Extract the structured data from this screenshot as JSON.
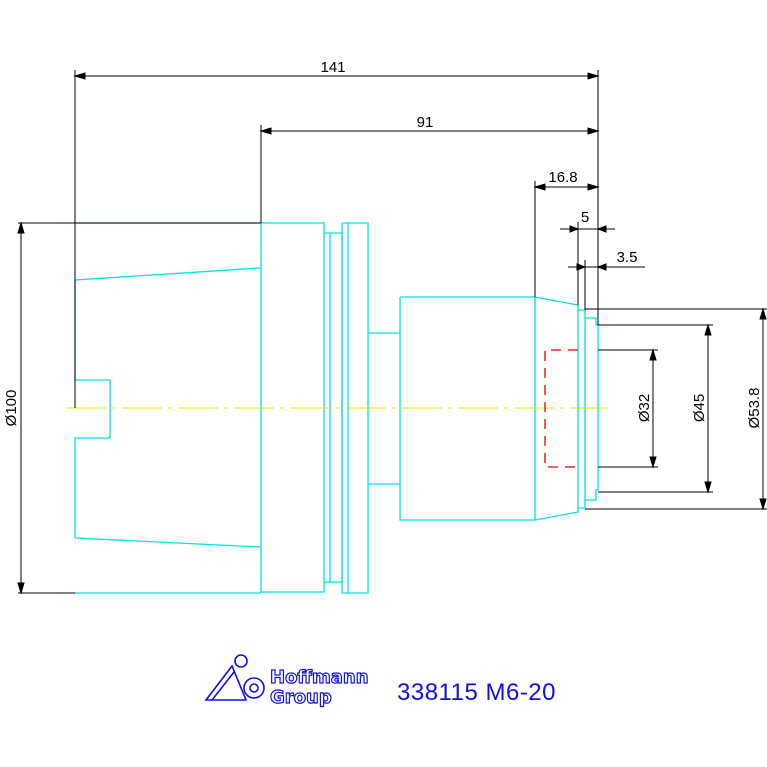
{
  "dimensions": {
    "total_length": "141",
    "body_length": "91",
    "front_length": "16.8",
    "step_5": "5",
    "step_3_5": "3.5",
    "dia_100": "Ø100",
    "dia_32": "Ø32",
    "dia_45": "Ø45",
    "dia_53_8": "Ø53.8"
  },
  "brand": {
    "line1": "Hoffmann",
    "line2": "Group"
  },
  "part_number": "338115 M6-20",
  "colors": {
    "outline": "#00e0e8",
    "centerline": "#e8e800",
    "hidden": "#e00000",
    "dimension": "#000000",
    "brand": "#1010e0"
  }
}
